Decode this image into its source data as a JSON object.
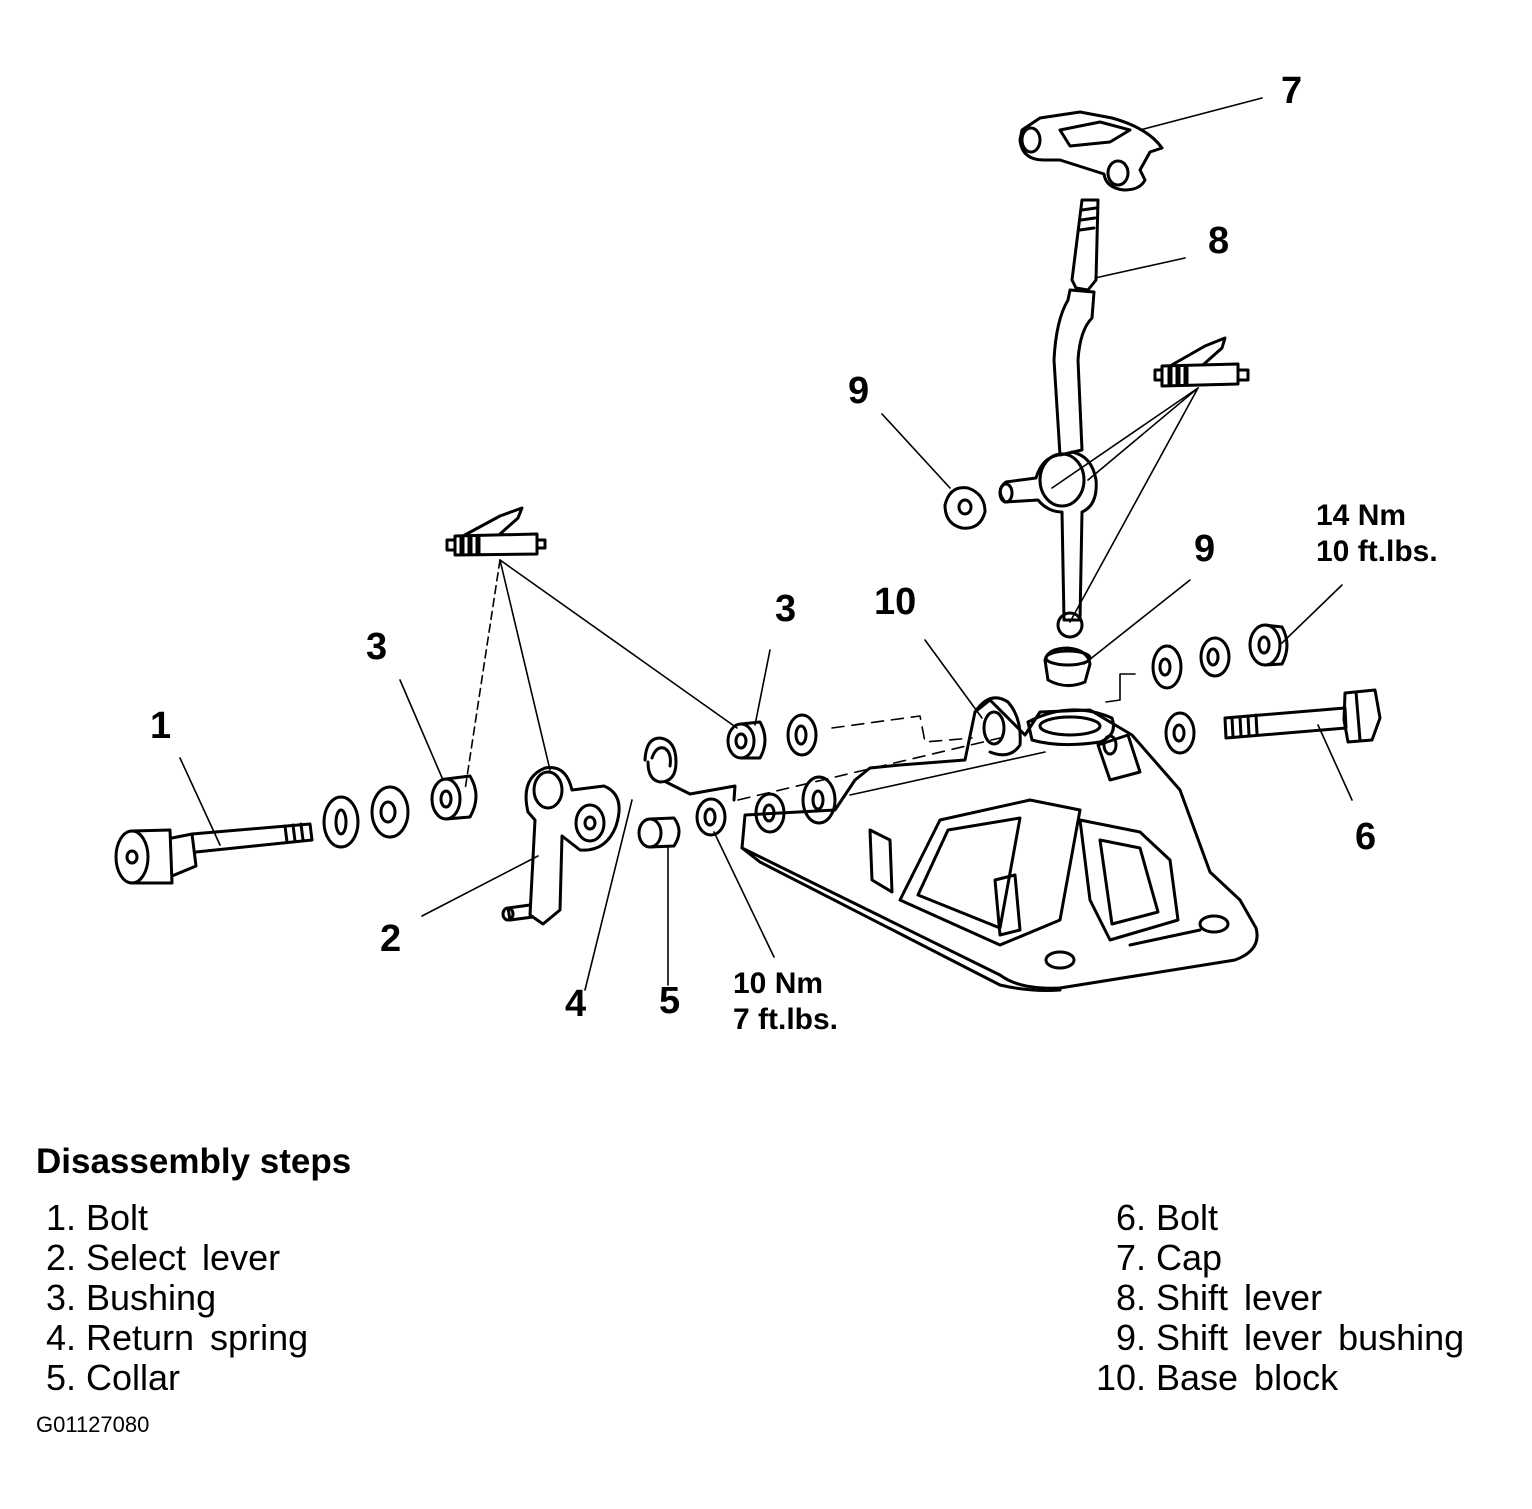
{
  "diagram": {
    "callouts": {
      "c1": "1",
      "c2": "2",
      "c3a": "3",
      "c3b": "3",
      "c4": "4",
      "c5": "5",
      "c6": "6",
      "c7": "7",
      "c8": "8",
      "c9a": "9",
      "c9b": "9",
      "c10": "10"
    },
    "torque_left": {
      "line1": "10 Nm",
      "line2": "7 ft.lbs."
    },
    "torque_right": {
      "line1": "14 Nm",
      "line2": "10 ft.lbs."
    }
  },
  "legend": {
    "title": "Disassembly steps",
    "left": [
      {
        "num": "1.",
        "label": "Bolt"
      },
      {
        "num": "2.",
        "label": "Select lever"
      },
      {
        "num": "3.",
        "label": "Bushing"
      },
      {
        "num": "4.",
        "label": "Return spring"
      },
      {
        "num": "5.",
        "label": "Collar"
      }
    ],
    "right": [
      {
        "num": "6.",
        "label": "Bolt"
      },
      {
        "num": "7.",
        "label": "Cap"
      },
      {
        "num": "8.",
        "label": "Shift lever"
      },
      {
        "num": "9.",
        "label": "Shift lever bushing"
      },
      {
        "num": "10.",
        "label": "Base block"
      }
    ]
  },
  "figure_code": "G01127080"
}
